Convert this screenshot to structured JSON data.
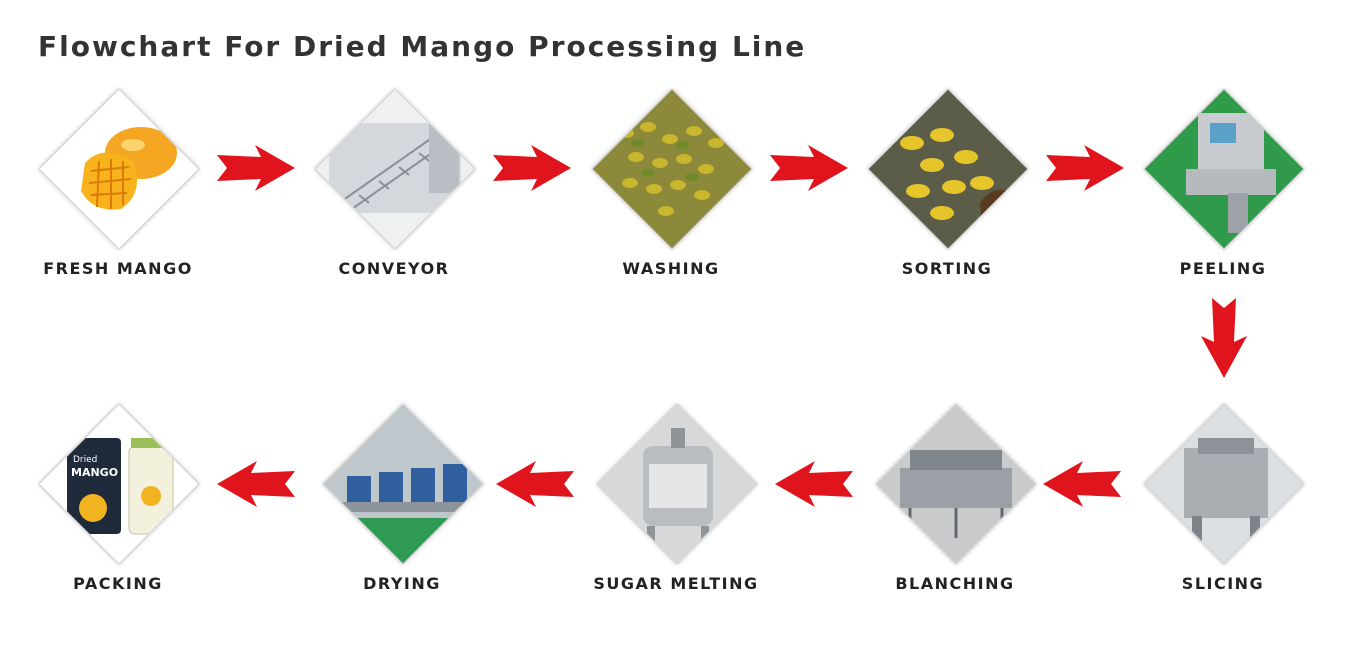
{
  "title": "Flowchart For Dried Mango Processing Line",
  "colors": {
    "arrow": "#e0141c",
    "title": "#333333",
    "label": "#222222"
  },
  "steps": [
    {
      "label": "FRESH MANGO",
      "icon": "mango-icon"
    },
    {
      "label": "CONVEYOR",
      "icon": "conveyor-icon"
    },
    {
      "label": "WASHING",
      "icon": "washing-icon"
    },
    {
      "label": "SORTING",
      "icon": "sorting-icon"
    },
    {
      "label": "PEELING",
      "icon": "peeling-machine-icon"
    },
    {
      "label": "SLICING",
      "icon": "slicing-machine-icon"
    },
    {
      "label": "BLANCHING",
      "icon": "blanching-machine-icon"
    },
    {
      "label": "SUGAR MELTING",
      "icon": "sugar-tank-icon"
    },
    {
      "label": "DRYING",
      "icon": "drying-line-icon"
    },
    {
      "label": "PACKING",
      "icon": "packed-mango-icon"
    }
  ],
  "package_text": {
    "brand": "Dried",
    "product": "MANGO"
  }
}
